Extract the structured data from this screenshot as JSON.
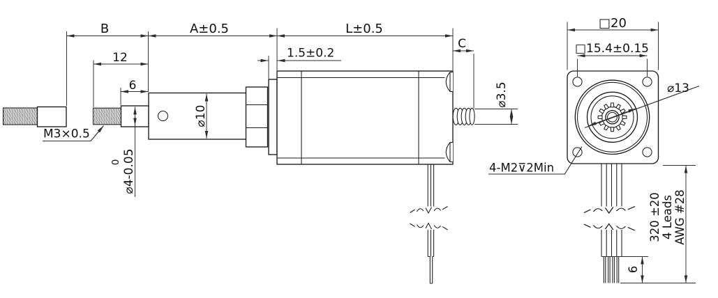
{
  "side": {
    "b": "B",
    "a": "A±0.5",
    "l": "L±0.5",
    "c": "C",
    "n12": "12",
    "n6": "6",
    "flange": "1.5±0.2",
    "thread": "M3×0.5",
    "dia10": "⌀10",
    "dia4": "⌀4-0.05",
    "dia4_upper": "0",
    "dia35": "⌀3.5"
  },
  "front": {
    "square": "□20",
    "spacing": "□15.4±0.15",
    "dia13": "⌀13",
    "mount": "4-M2⊽2Min",
    "length": "320 ±20",
    "leads": "4 Leads",
    "awg": "AWG #28",
    "strip": "6"
  },
  "colors": {
    "ink": "#1b1b1b",
    "dim_lines": "#2d2d2d",
    "background": "#ffffff"
  }
}
